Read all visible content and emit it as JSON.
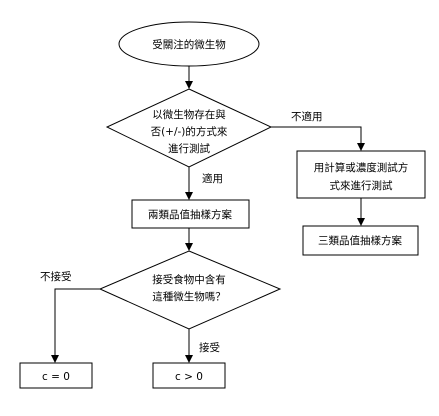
{
  "diagram": {
    "start": "受關注的微生物",
    "decision1": {
      "line1": "以微生物存在與",
      "line2": "否(+/-)的方式來",
      "line3": "進行測試"
    },
    "label_no_apply": "不適用",
    "label_apply": "適用",
    "process_right": {
      "line1": "用計算或濃度測試方",
      "line2": "式來進行測試"
    },
    "three_class": "三類品值抽樣方案",
    "two_class": "兩類品值抽樣方案",
    "decision2": {
      "line1": "接受食物中含有",
      "line2": "這種微生物嗎？"
    },
    "label_not_accept": "不接受",
    "label_accept": "接受",
    "result_zero": "c = 0",
    "result_positive": "c > 0"
  },
  "colors": {
    "stroke": "#000000",
    "fill": "#ffffff"
  }
}
